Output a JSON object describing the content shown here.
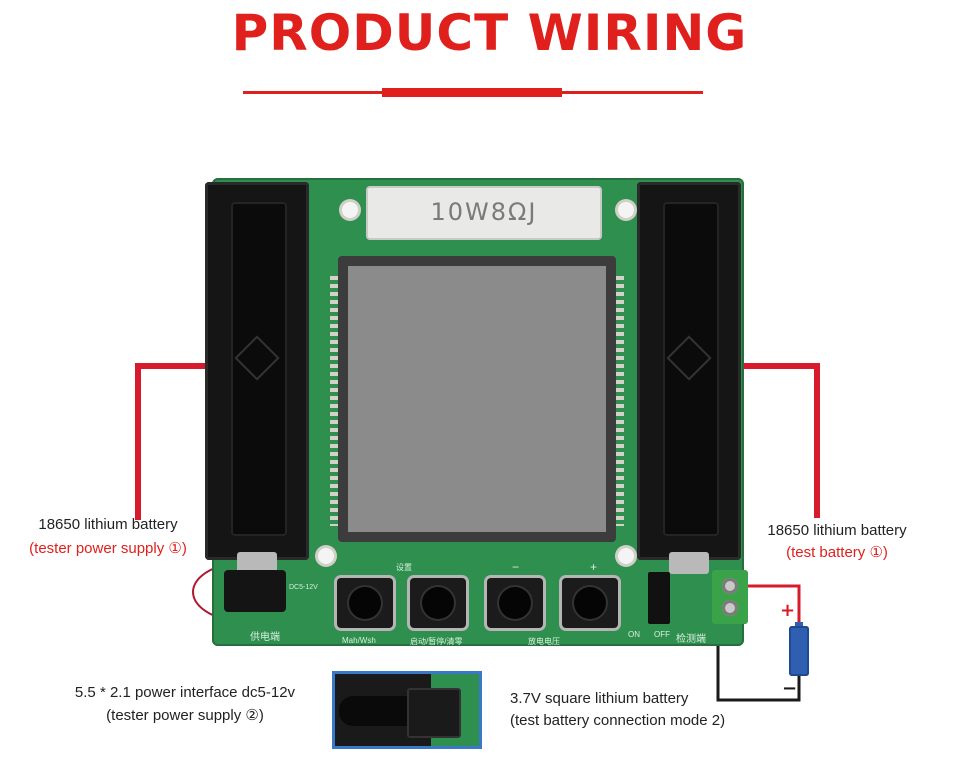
{
  "header": {
    "title": "PRODUCT WIRING"
  },
  "board": {
    "resistor_marking": "10W8ΩJ",
    "silkscreen": {
      "button_1_label": "设置",
      "button_3_sign": "−",
      "button_4_sign": "+",
      "bottom_left": "供电端",
      "mah_label": "Mah/Wsh",
      "auto_label": "启动/暂停/清零",
      "discharge_label": "放电电压",
      "on_label": "ON",
      "off_label": "OFF",
      "detect_label": "检测端",
      "jack_label": "DC5-12V"
    }
  },
  "annotations": {
    "left_battery_title": "18650 lithium battery",
    "left_battery_note": "(tester power supply ①)",
    "right_battery_title": "18650 lithium battery",
    "right_battery_note": "(test battery ①)",
    "power_interface_title": "5.5 * 2.1 power interface dc5-12v",
    "power_interface_note": "(tester power supply ②)",
    "square_battery_title": "3.7V square lithium battery",
    "square_battery_note": "(test battery connection mode 2)",
    "plus_sign": "+",
    "minus_sign": "−"
  },
  "colors": {
    "title_red": "#e0201c",
    "wire_red": "#d81b2c",
    "wire_black": "#1a1a1a",
    "pcb_green": "#2f8f4e",
    "battery_blue": "#2f5fb0",
    "inset_border": "#3a78c9"
  }
}
